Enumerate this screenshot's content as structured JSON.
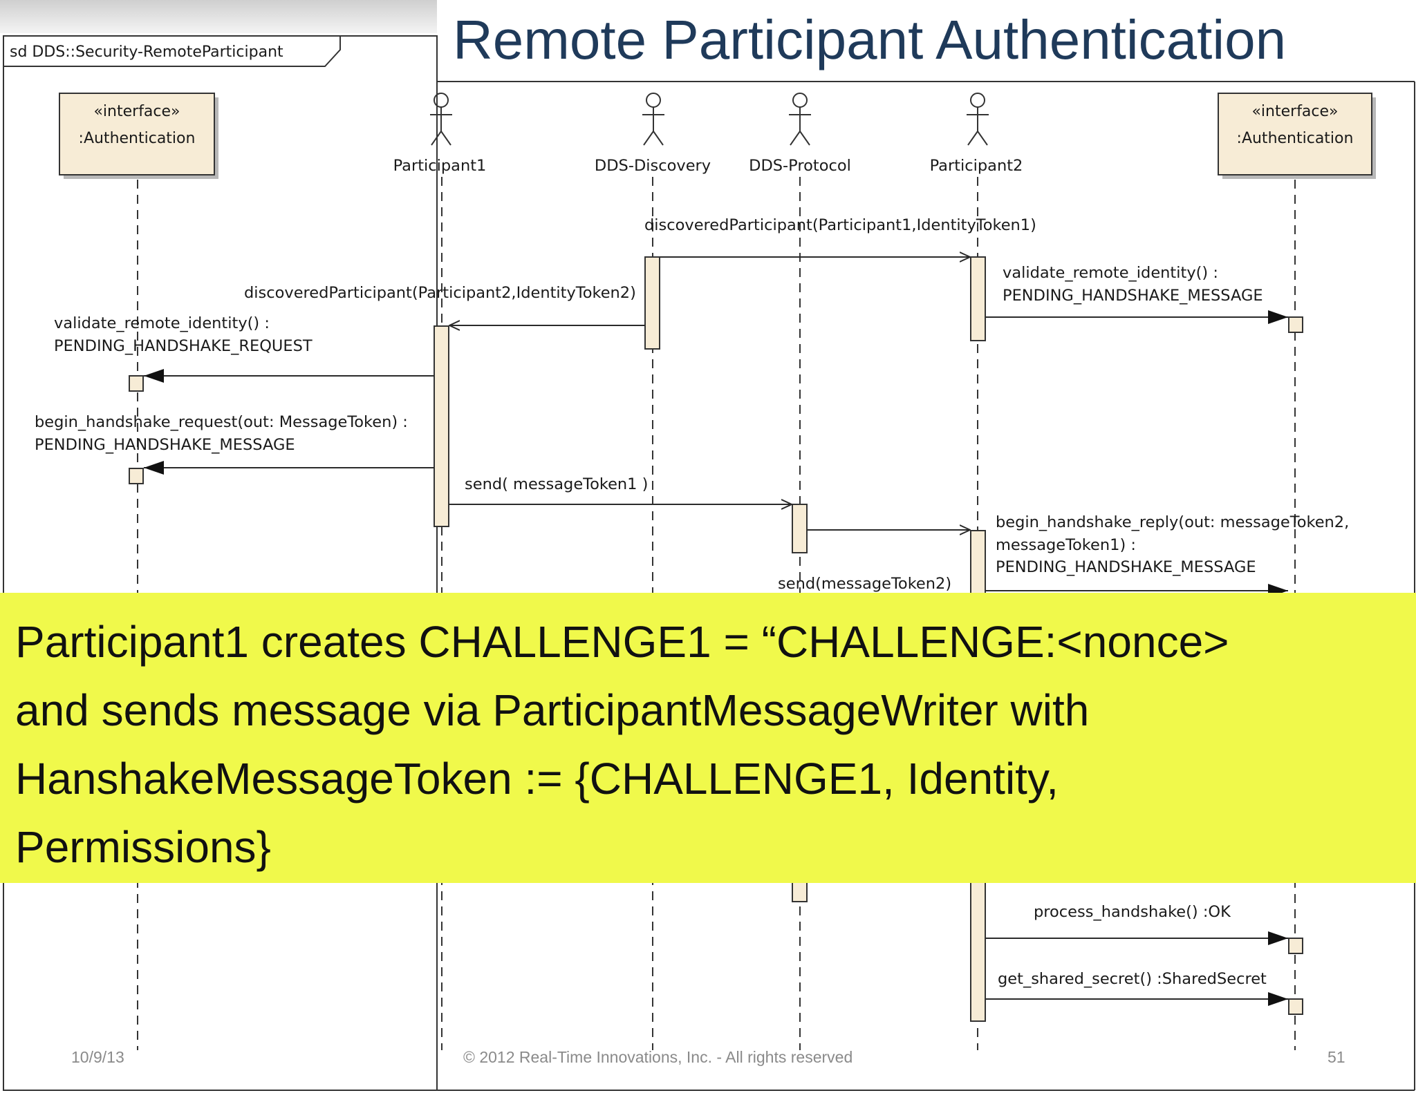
{
  "slide": {
    "title": "Remote Participant Authentication",
    "footer": {
      "date": "10/9/13",
      "copyright": "© 2012 Real-Time Innovations, Inc.  -  All rights reserved",
      "page": "51"
    }
  },
  "diagram": {
    "frame_label": "sd DDS::Security-RemoteParticipant",
    "lifelines": {
      "auth1": {
        "stereotype": "«interface»",
        "name": ":Authentication"
      },
      "p1": {
        "name": "Participant1"
      },
      "disc": {
        "name": "DDS-Discovery"
      },
      "proto": {
        "name": "DDS-Protocol"
      },
      "p2": {
        "name": "Participant2"
      },
      "auth2": {
        "stereotype": "«interface»",
        "name": ":Authentication"
      }
    },
    "messages": {
      "m1": "discoveredParticipant(Participant1,IdentityToken1)",
      "m2": "discoveredParticipant(Participant2,IdentityToken2)",
      "m3": [
        "validate_remote_identity() :",
        "PENDING_HANDSHAKE_MESSAGE"
      ],
      "m4": [
        "validate_remote_identity() :",
        "PENDING_HANDSHAKE_REQUEST"
      ],
      "m5": [
        "begin_handshake_request(out: MessageToken) :",
        "PENDING_HANDSHAKE_MESSAGE"
      ],
      "m6": "send( messageToken1 )",
      "m7": [
        "begin_handshake_reply(out: messageToken2,",
        "messageToken1) :",
        "PENDING_HANDSHAKE_MESSAGE"
      ],
      "m8": "send(messageToken2)",
      "m9": "process_handshake() :OK",
      "m10": "get_shared_secret() :SharedSecret"
    }
  },
  "banner": {
    "lines": [
      "Participant1 creates CHALLENGE1 = “CHALLENGE:<nonce>",
      "and sends message via ParticipantMessageWriter with",
      "HanshakeMessageToken := {CHALLENGE1, Identity,",
      "Permissions}"
    ]
  }
}
